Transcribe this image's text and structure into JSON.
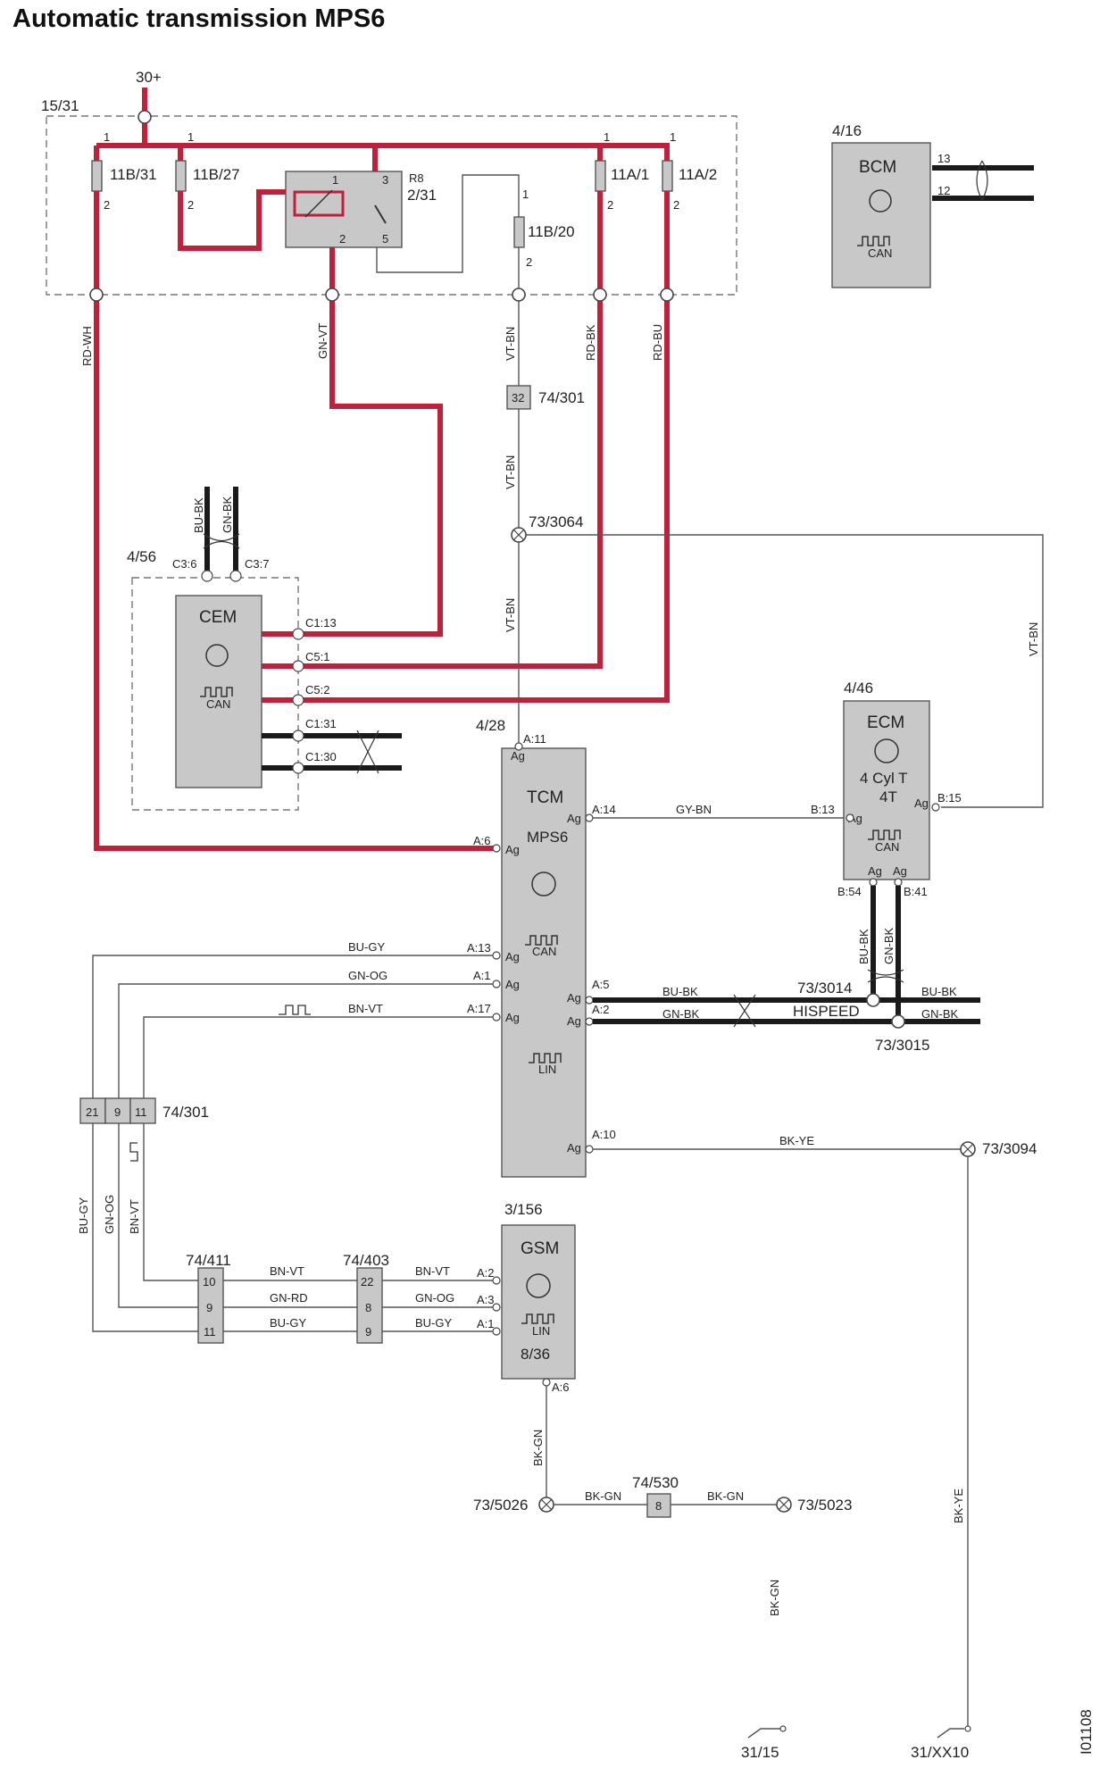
{
  "title": "Automatic transmission MPS6",
  "doc_id": "I01108",
  "supply": "30+",
  "fuse_box": {
    "id": "15/31",
    "fuses": [
      {
        "name": "11B/31",
        "pin_top": "1",
        "pin_bot": "2"
      },
      {
        "name": "11B/27",
        "pin_top": "1",
        "pin_bot": "2"
      },
      {
        "name": "11A/1",
        "pin_top": "1",
        "pin_bot": "2"
      },
      {
        "name": "11A/2",
        "pin_top": "1",
        "pin_bot": "2"
      },
      {
        "name": "11B/20",
        "pin_top": "1",
        "pin_bot": "2"
      }
    ],
    "relay": {
      "name": "R8",
      "id": "2/31",
      "pins": [
        "1",
        "3",
        "2",
        "5"
      ]
    }
  },
  "wire_labels": {
    "rd_wh": "RD-WH",
    "gn_vt": "GN-VT",
    "vt_bn": "VT-BN",
    "rd_bk": "RD-BK",
    "rd_bu": "RD-BU",
    "bu_bk": "BU-BK",
    "gn_bk": "GN-BK",
    "gy_bn": "GY-BN",
    "bu_gy": "BU-GY",
    "gn_og": "GN-OG",
    "bn_vt": "BN-VT",
    "gn_rd": "GN-RD",
    "bk_ye": "BK-YE",
    "bk_gn": "BK-GN",
    "hispeed": "HISPEED"
  },
  "modules": {
    "bcm": {
      "id": "4/16",
      "name": "BCM",
      "can": "CAN",
      "pins": [
        "13",
        "12"
      ]
    },
    "cem": {
      "id": "4/56",
      "name": "CEM",
      "can": "CAN",
      "connectors": [
        "C3:6",
        "C3:7",
        "C1:13",
        "C5:1",
        "C5:2",
        "C1:31",
        "C1:30"
      ]
    },
    "ecm": {
      "id": "4/46",
      "name": "ECM",
      "desc1": "4 Cyl T",
      "desc2": "4T",
      "can": "CAN",
      "pins": [
        "B:13",
        "B:15",
        "B:54",
        "B:41"
      ],
      "ag": "Ag"
    },
    "tcm": {
      "id": "4/28",
      "name": "TCM",
      "sub": "MPS6",
      "can": "CAN",
      "lin": "LIN",
      "ag": "Ag",
      "pins": [
        "A:11",
        "A:14",
        "A:6",
        "A:13",
        "A:1",
        "A:17",
        "A:5",
        "A:2",
        "A:10"
      ]
    },
    "gsm": {
      "id": "3/156",
      "name": "GSM",
      "lin": "LIN",
      "ref": "8/36",
      "pins": [
        "A:2",
        "A:3",
        "A:1",
        "A:6"
      ]
    }
  },
  "connectors": {
    "c74_301_top": {
      "id": "74/301",
      "pin": "32"
    },
    "c74_301": {
      "id": "74/301",
      "pins": [
        "21",
        "9",
        "11"
      ]
    },
    "c74_411": {
      "id": "74/411",
      "pins": [
        "10",
        "9",
        "11"
      ]
    },
    "c74_403": {
      "id": "74/403",
      "pins": [
        "22",
        "8",
        "9"
      ]
    },
    "c74_530": {
      "id": "74/530",
      "pin": "8"
    }
  },
  "splices": {
    "s3064": "73/3064",
    "s3014": "73/3014",
    "s3015": "73/3015",
    "s3094": "73/3094",
    "s5026": "73/5026",
    "s5023": "73/5023"
  },
  "grounds": {
    "g1": "31/15",
    "g2": "31/XX10"
  }
}
